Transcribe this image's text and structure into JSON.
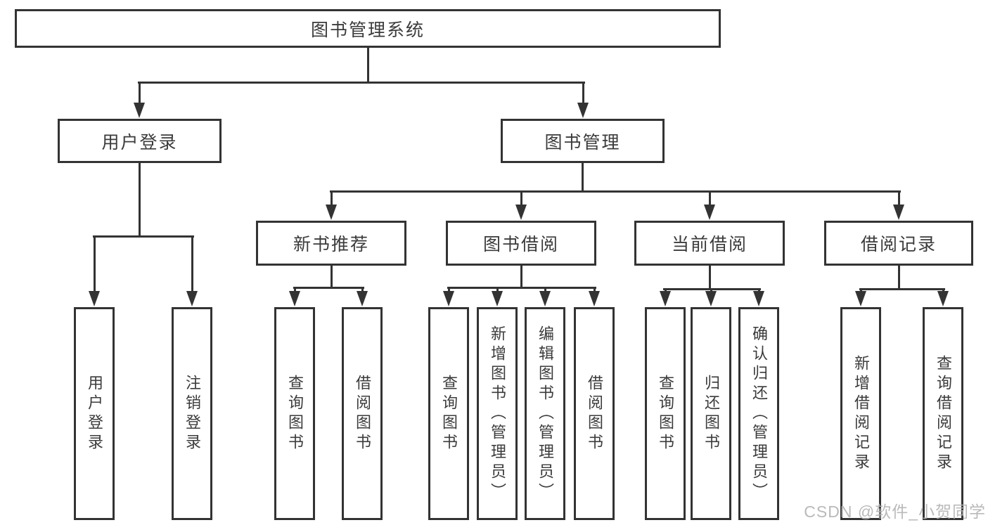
{
  "colors": {
    "line": "#333333",
    "text": "#3b3b3b",
    "background": "#ffffff",
    "watermark": "#b3b3b3"
  },
  "diagram": {
    "root": {
      "label": "图书管理系统"
    },
    "user_login": {
      "label": "用户登录",
      "children": [
        {
          "label": "用户登录"
        },
        {
          "label": "注销登录"
        }
      ]
    },
    "book_mgmt": {
      "label": "图书管理",
      "groups": {
        "new_book": {
          "label": "新书推荐",
          "children": [
            {
              "label": "查询图书"
            },
            {
              "label": "借阅图书"
            }
          ]
        },
        "borrow": {
          "label": "图书借阅",
          "children": [
            {
              "label": "查询图书"
            },
            {
              "label": "新增图书（管理员）"
            },
            {
              "label": "编辑图书（管理员）"
            },
            {
              "label": "借阅图书"
            }
          ]
        },
        "current": {
          "label": "当前借阅",
          "children": [
            {
              "label": "查询图书"
            },
            {
              "label": "归还图书"
            },
            {
              "label": "确认归还（管理员）"
            }
          ]
        },
        "records": {
          "label": "借阅记录",
          "children": [
            {
              "label": "新增借阅记录"
            },
            {
              "label": "查询借阅记录"
            }
          ]
        }
      }
    }
  },
  "watermark": {
    "text": "CSDN @软件_小贺同学"
  }
}
